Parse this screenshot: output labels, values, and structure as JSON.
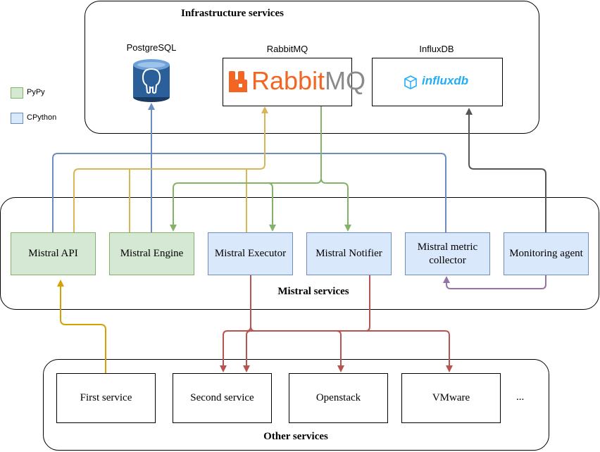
{
  "legend": {
    "pypy": "PyPy",
    "cpython": "CPython"
  },
  "groups": {
    "infrastructure": "Infrastructure services",
    "mistral": "Mistral services",
    "other": "Other services"
  },
  "infrastructure": {
    "postgres_label": "PostgreSQL",
    "rabbit_label": "RabbitMQ",
    "rabbit_logo_a": "Rabbit",
    "rabbit_logo_b": "MQ",
    "influx_label": "InfluxDB",
    "influx_logo": "influxdb"
  },
  "mistral": {
    "api": "Mistral API",
    "engine": "Mistral Engine",
    "executor": "Mistral Executor",
    "notifier": "Mistral Notifier",
    "metric_collector": "Mistral metric collector",
    "monitoring_agent": "Monitoring agent"
  },
  "other": {
    "first": "First service",
    "second": "Second service",
    "openstack": "Openstack",
    "vmware": "VMware",
    "more": "..."
  },
  "colors": {
    "pypy_fill": "#d5e8d4",
    "pypy_stroke": "#82b366",
    "cpython_fill": "#dae8fc",
    "cpython_stroke": "#6c8ebf",
    "blue_wire": "#6c8ebf",
    "yellow_wire": "#d6b656",
    "green_wire": "#82b366",
    "gray_wire": "#555555",
    "purple_wire": "#9673a6",
    "red_wire": "#b85450",
    "gold_wire": "#d6a100",
    "rabbit_orange": "#f26522"
  }
}
